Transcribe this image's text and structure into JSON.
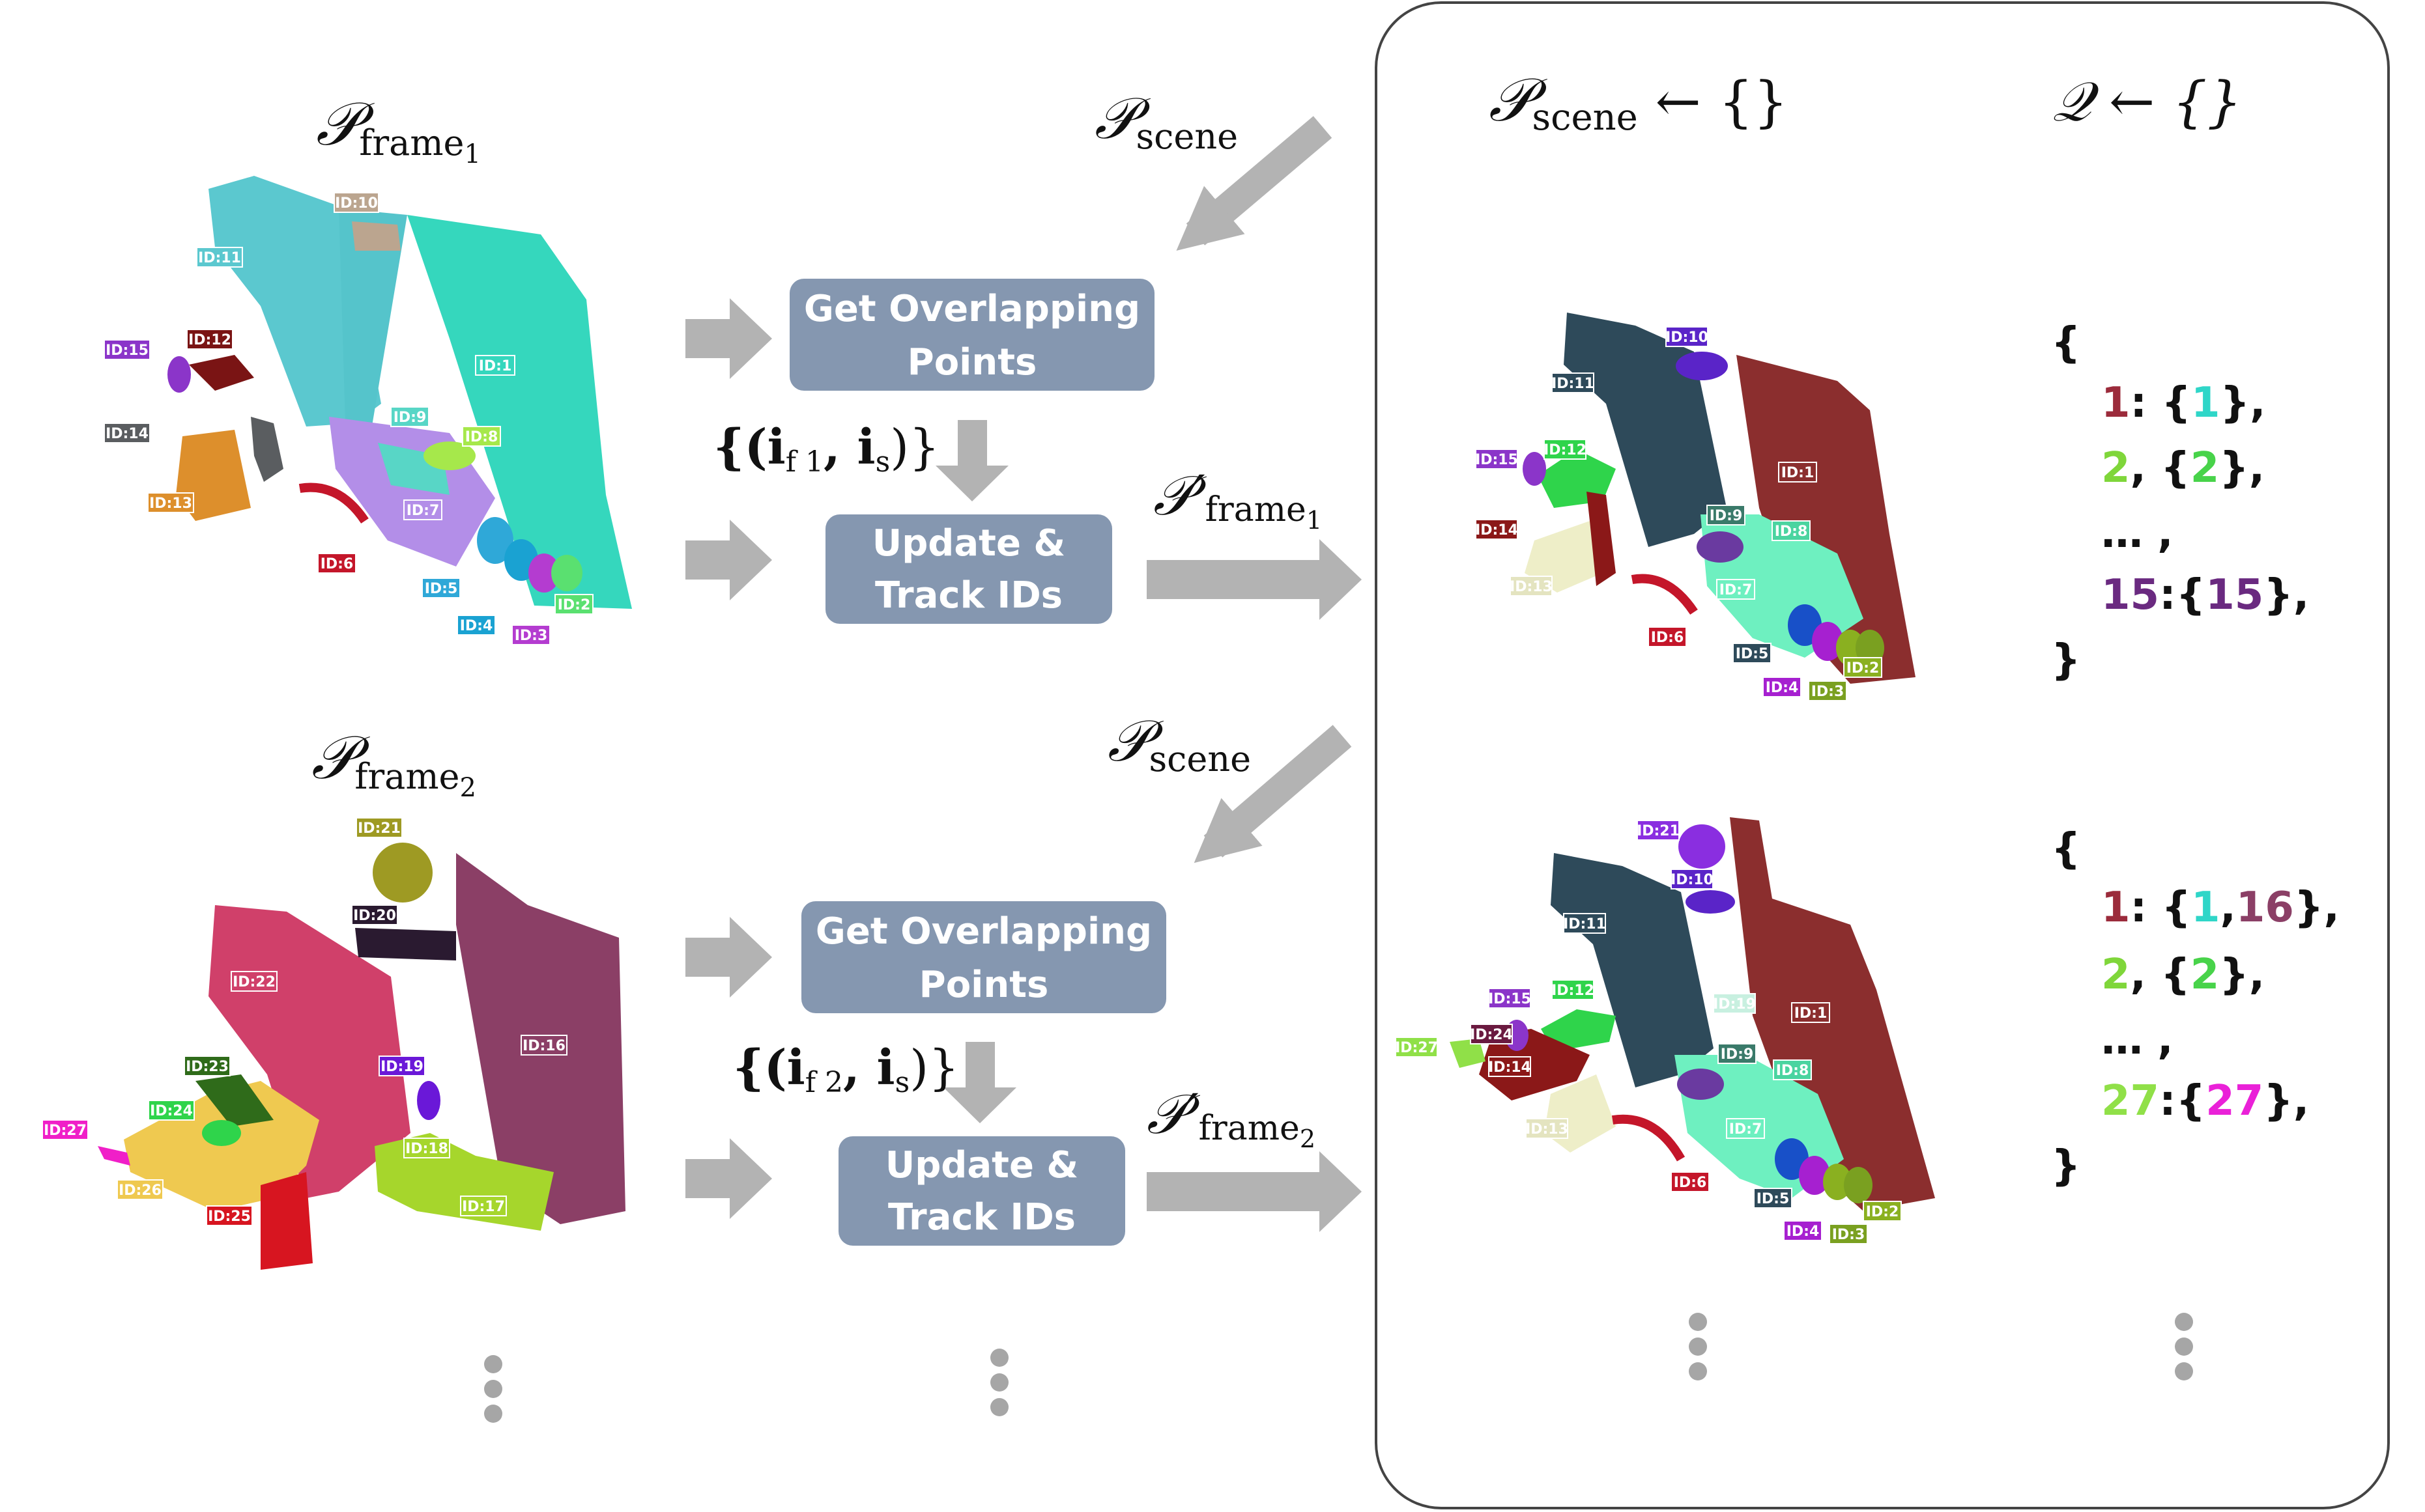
{
  "labels": {
    "p_frame1": "𝒫",
    "p_frame1_sub": "frame",
    "p_frame1_subsub": "1",
    "p_frame2": "𝒫",
    "p_frame2_sub": "frame",
    "p_frame2_subsub": "2",
    "p_scene_in1": "𝒫",
    "p_scene_in1_sub": "scene",
    "p_scene_in2": "𝒫",
    "p_scene_in2_sub": "scene",
    "pp_frame1": "𝒫′",
    "pp_frame1_sub": "frame",
    "pp_frame1_subsub": "1",
    "pp_frame2": "𝒫′",
    "pp_frame2_sub": "frame",
    "pp_frame2_subsub": "2",
    "pairs1": "{(i",
    "pairs1_sub": "f 1",
    "pairs1_end": ", i",
    "pairs1_sub2": "s",
    "pairs1_close": ")}",
    "pairs2": "{(i",
    "pairs2_sub": "f 2",
    "pairs2_end": ", i",
    "pairs2_sub2": "s",
    "pairs2_close": ")}",
    "init_scene": "𝒫",
    "init_scene_sub": "scene",
    "init_scene_rest": " ← {}",
    "init_q": "𝒬 ← {}"
  },
  "boxes": {
    "overlap1_line1": "Get Overlapping",
    "overlap1_line2": "Points",
    "update1_line1": "Update &",
    "update1_line2": "Track IDs",
    "overlap2_line1": "Get Overlapping",
    "overlap2_line2": "Points",
    "update2_line1": "Update &",
    "update2_line2": "Track IDs"
  },
  "q1": {
    "open": "{",
    "row1_key": "1",
    "row1_sep": ": {",
    "row1_val": "1",
    "row1_end": "},",
    "row2_key": "2",
    "row2_sep": ", {",
    "row2_val": "2",
    "row2_end": "},",
    "ellipsis": "… ,",
    "row3_key": "15",
    "row3_sep": ":{",
    "row3_val": "15",
    "row3_end": "},",
    "close": "}"
  },
  "q2": {
    "open": "{",
    "row1_key": "1",
    "row1_sep": ": {",
    "row1_val_a": "1",
    "row1_comma": ",",
    "row1_val_b": "16",
    "row1_end": "},",
    "row2_key": "2",
    "row2_sep": ", {",
    "row2_val": "2",
    "row2_end": "},",
    "ellipsis": "… ,",
    "row3_key": "27",
    "row3_sep": ":{",
    "row3_val": "27",
    "row3_end": "},",
    "close": "}"
  },
  "frame1_ids": [
    "ID:10",
    "ID:11",
    "ID:15",
    "ID:12",
    "ID:1",
    "ID:14",
    "ID:9",
    "ID:8",
    "ID:13",
    "ID:7",
    "ID:6",
    "ID:5",
    "ID:2",
    "ID:4",
    "ID:3"
  ],
  "frame2_ids": [
    "ID:21",
    "ID:20",
    "ID:22",
    "ID:16",
    "ID:23",
    "ID:19",
    "ID:24",
    "ID:27",
    "ID:18",
    "ID:26",
    "ID:17",
    "ID:25"
  ],
  "scene1_ids": [
    "ID:10",
    "ID:11",
    "ID:15",
    "ID:12",
    "ID:1",
    "ID:14",
    "ID:9",
    "ID:8",
    "ID:13",
    "ID:7",
    "ID:6",
    "ID:5",
    "ID:2",
    "ID:4",
    "ID:3"
  ],
  "scene2_ids": [
    "ID:21",
    "ID:10",
    "ID:11",
    "ID:15",
    "ID:12",
    "ID:19",
    "ID:1",
    "ID:24",
    "ID:27",
    "ID:14",
    "ID:9",
    "ID:8",
    "ID:13",
    "ID:7",
    "ID:6",
    "ID:5",
    "ID:2",
    "ID:4",
    "ID:3"
  ],
  "colors": {
    "arrow": "#b3b3b3",
    "box": "#8597b0",
    "frame1_teal": "#3ccfc8",
    "frame2_pink": "#d0406a",
    "frame2_plum": "#8b3f66",
    "scene_navy": "#2e4a5a",
    "scene_maroon": "#8b2e2e",
    "q_maroon": "#9b2b3b",
    "q_cyan": "#2fd6c8",
    "q_green": "#7fd63a",
    "q_lime": "#48d34a",
    "q_purple": "#6a2a80",
    "q_magenta": "#ea21d8",
    "q_light_green": "#90e048"
  }
}
